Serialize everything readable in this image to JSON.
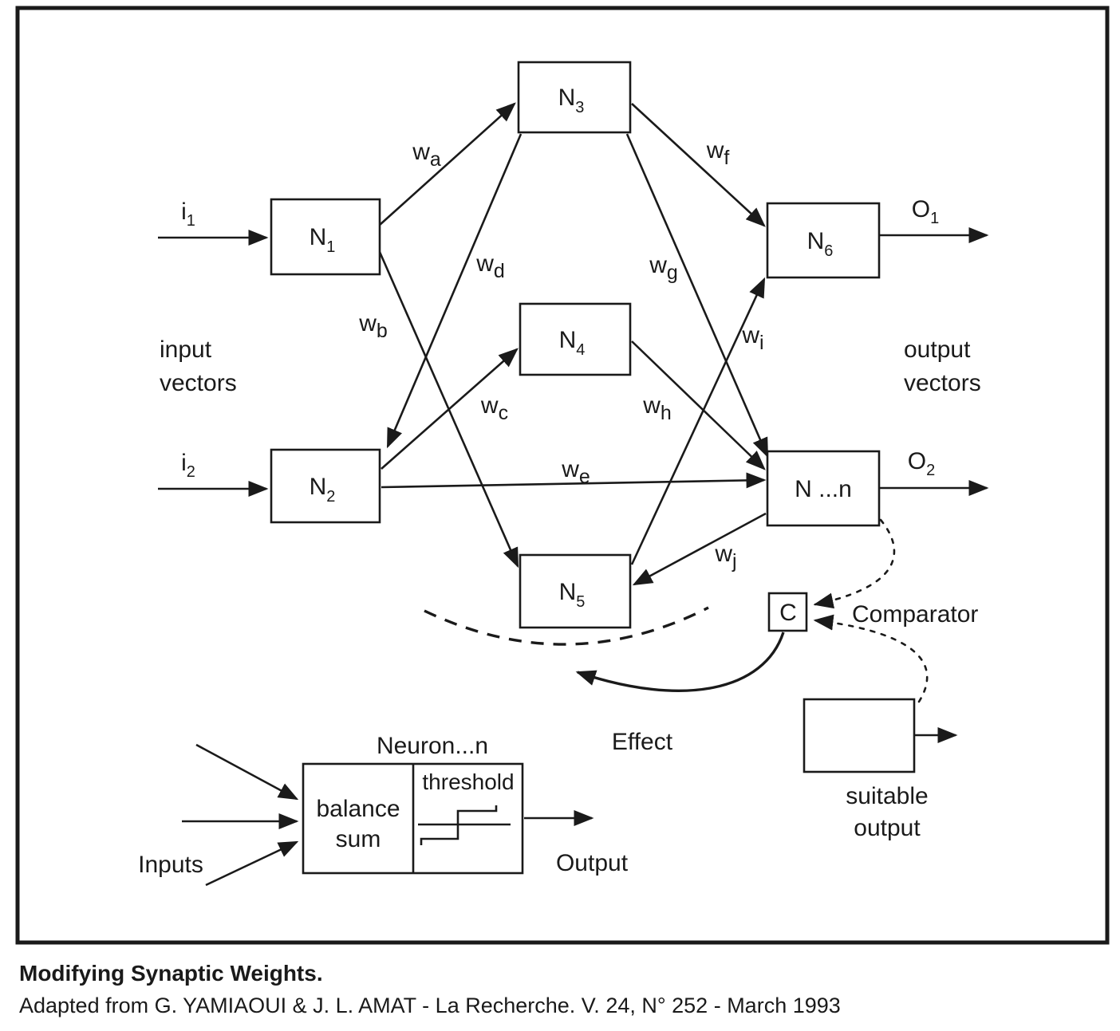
{
  "caption": {
    "title": "Modifying Synaptic Weights.",
    "source": "Adapted from G. YAMIAOUI & J. L. AMAT - La Recherche. V. 24, N° 252 - March 1993"
  },
  "nodes": {
    "n1": {
      "base": "N",
      "sub": "1"
    },
    "n2": {
      "base": "N",
      "sub": "2"
    },
    "n3": {
      "base": "N",
      "sub": "3"
    },
    "n4": {
      "base": "N",
      "sub": "4"
    },
    "n5": {
      "base": "N",
      "sub": "5"
    },
    "n6": {
      "base": "N",
      "sub": "6"
    },
    "nn": {
      "label": "N ...n"
    },
    "comparator_box": {
      "label": "C"
    }
  },
  "io": {
    "i1": {
      "base": "i",
      "sub": "1"
    },
    "i2": {
      "base": "i",
      "sub": "2"
    },
    "o1": {
      "base": "O",
      "sub": "1"
    },
    "o2": {
      "base": "O",
      "sub": "2"
    }
  },
  "weights": {
    "wa": {
      "base": "w",
      "sub": "a"
    },
    "wb": {
      "base": "w",
      "sub": "b"
    },
    "wc": {
      "base": "w",
      "sub": "c"
    },
    "wd": {
      "base": "w",
      "sub": "d"
    },
    "we": {
      "base": "w",
      "sub": "e"
    },
    "wf": {
      "base": "w",
      "sub": "f"
    },
    "wg": {
      "base": "w",
      "sub": "g"
    },
    "wh": {
      "base": "w",
      "sub": "h"
    },
    "wi": {
      "base": "w",
      "sub": "i"
    },
    "wj": {
      "base": "w",
      "sub": "j"
    }
  },
  "labels": {
    "input_vectors": [
      "input",
      "vectors"
    ],
    "output_vectors": [
      "output",
      "vectors"
    ],
    "comparator": "Comparator",
    "effect": "Effect",
    "suitable_output": [
      "suitable",
      "output"
    ],
    "neuron_detail_title": "Neuron...n",
    "balance_sum": [
      "balance",
      "sum"
    ],
    "threshold": "threshold",
    "inputs": "Inputs",
    "output": "Output"
  },
  "colors": {
    "ink": "#1a1a1a",
    "background": "#ffffff"
  }
}
